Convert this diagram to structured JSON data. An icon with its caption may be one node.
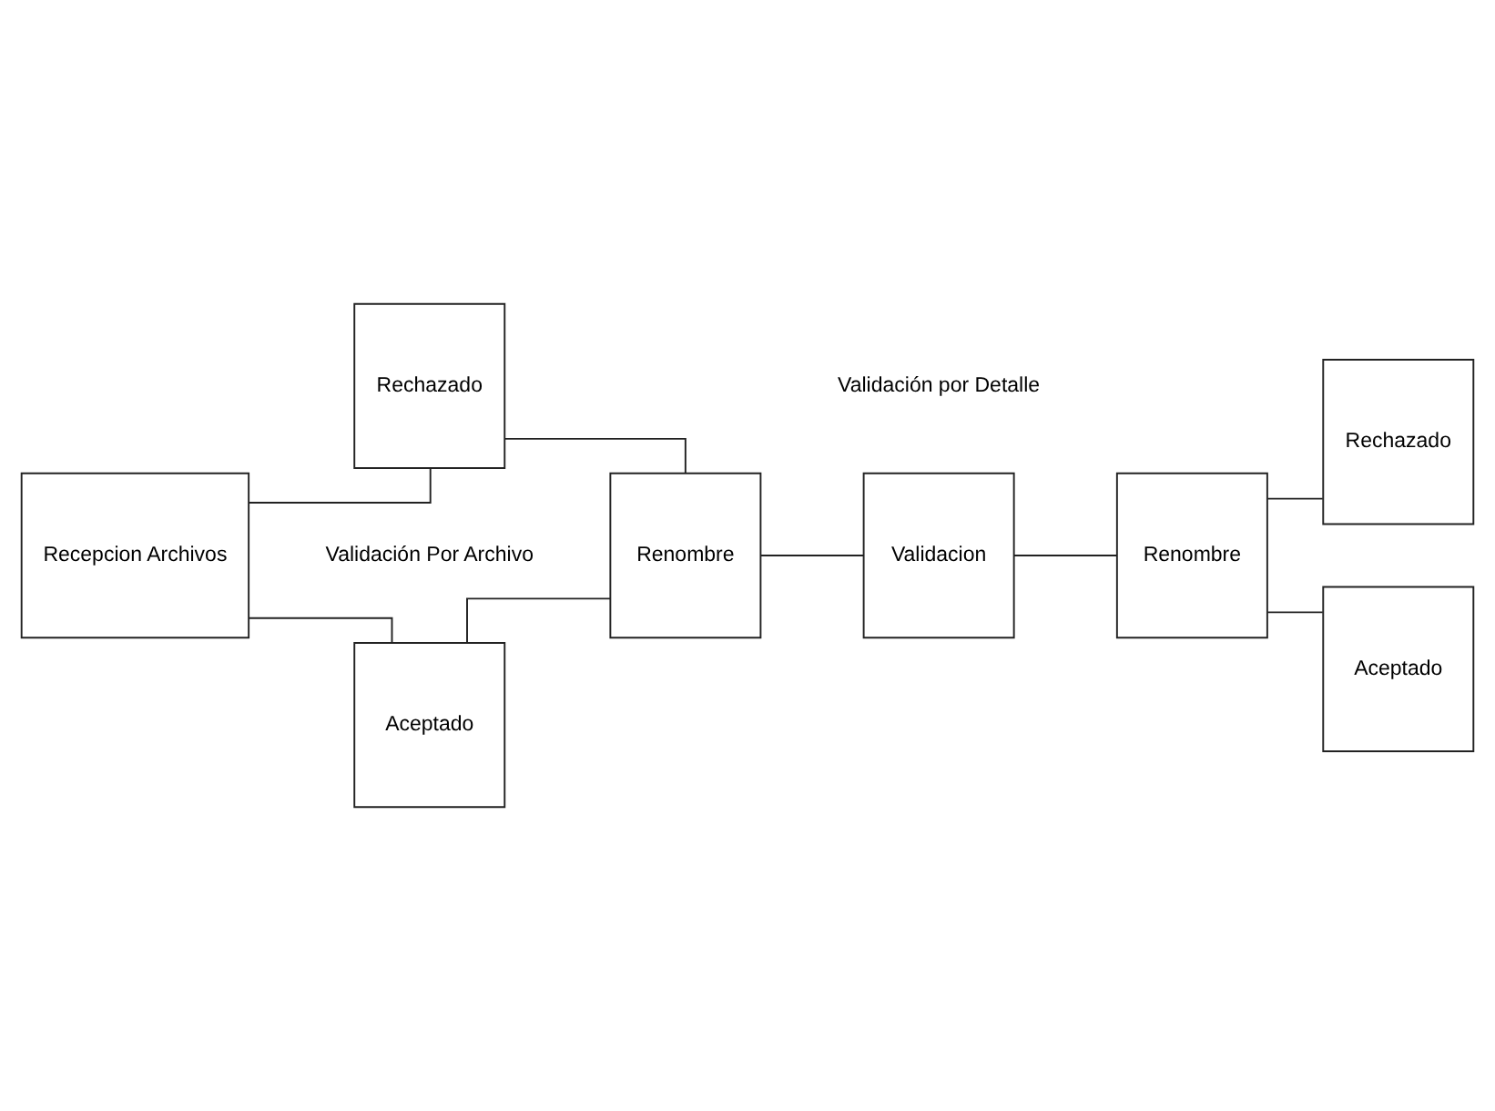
{
  "diagram": {
    "nodes": [
      {
        "text": [
          "Recepcion Archivos"
        ]
      },
      {
        "text": [
          "Aceptado"
        ]
      },
      {
        "text": [
          "Rechazado"
        ]
      },
      {
        "text": [
          "Renombre"
        ]
      },
      {
        "text": [
          "Validacion"
        ]
      },
      {
        "text": [
          "Renombre"
        ]
      },
      {
        "text": [
          "Rechazado"
        ]
      },
      {
        "text": [
          "Aceptado"
        ]
      }
    ],
    "edges": [
      {
        "from": 0,
        "to": 1,
        "arrow": "none"
      },
      {
        "from": 0,
        "to": 2,
        "arrow": "none"
      },
      {
        "from": 1,
        "to": 3,
        "arrow": "none"
      },
      {
        "from": 2,
        "to": 3,
        "arrow": "none"
      },
      {
        "from": 3,
        "to": 4,
        "arrow": "none"
      },
      {
        "from": 4,
        "to": 5,
        "arrow": "none"
      },
      {
        "from": 5,
        "to": 6,
        "arrow": "none"
      },
      {
        "from": 5,
        "to": 7,
        "arrow": "none"
      }
    ],
    "labels": [
      "Validación Por Archivo",
      "Validación por Detalle"
    ]
  }
}
